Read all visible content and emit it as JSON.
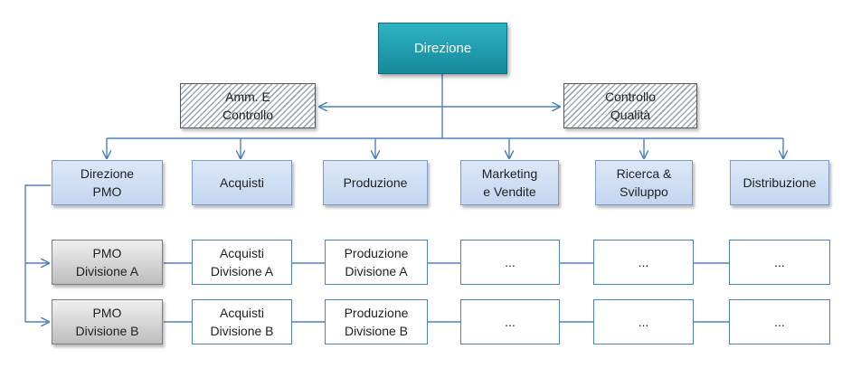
{
  "top": {
    "label": "Direzione"
  },
  "staff": [
    {
      "label": "Amm. E\nControllo"
    },
    {
      "label": "Controllo\nQualità"
    }
  ],
  "departments": [
    {
      "label": "Direzione\nPMO"
    },
    {
      "label": "Acquisti"
    },
    {
      "label": "Produzione"
    },
    {
      "label": "Marketing\ne Vendite"
    },
    {
      "label": "Ricerca &\nSviluppo"
    },
    {
      "label": "Distribuzione"
    }
  ],
  "rows": [
    {
      "cells": [
        {
          "label": "PMO\nDivisione A"
        },
        {
          "label": "Acquisti\nDivisione A"
        },
        {
          "label": "Produzione\nDivisione A"
        },
        {
          "label": "..."
        },
        {
          "label": "..."
        },
        {
          "label": "..."
        }
      ]
    },
    {
      "cells": [
        {
          "label": "PMO\nDivisione B"
        },
        {
          "label": "Acquisti\nDivisione B"
        },
        {
          "label": "Produzione\nDivisione B"
        },
        {
          "label": "..."
        },
        {
          "label": "..."
        },
        {
          "label": "..."
        }
      ]
    }
  ],
  "colors": {
    "accent": "#1b9aac",
    "line": "#4f81bd",
    "dept_fill": "#c9dbf3",
    "pmo_fill": "#d0d0d0"
  }
}
